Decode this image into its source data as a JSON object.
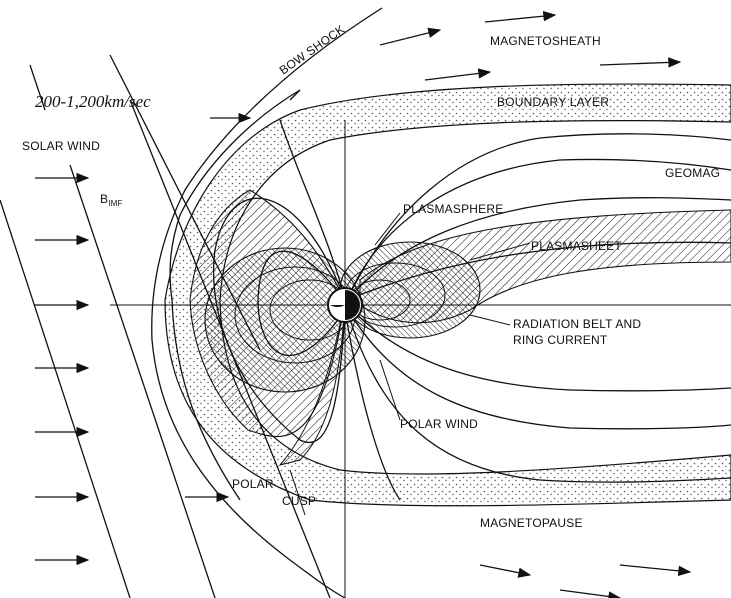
{
  "labels": {
    "bow_shock": "BOW SHOCK",
    "magnetosheath": "MAGNETOSHEATH",
    "speed": "200-1,200km/sec",
    "boundary_layer": "BOUNDARY LAYER",
    "solar_wind": "SOLAR WIND",
    "geomag": "GEOMAG",
    "b_main": "B",
    "b_sub": "IMF",
    "plasmasphere": "PLASMASPHERE",
    "plasmasheet": "PLASMASHEET",
    "radiation_1": "RADIATION BELT AND",
    "radiation_2": "RING CURRENT",
    "polar_wind": "POLAR WIND",
    "polar": "POLAR",
    "cusp": "CUSP",
    "magnetopause": "MAGNETOPAUSE"
  },
  "colors": {
    "ink": "#111111",
    "stipple": "#555555",
    "background": "#ffffff"
  }
}
